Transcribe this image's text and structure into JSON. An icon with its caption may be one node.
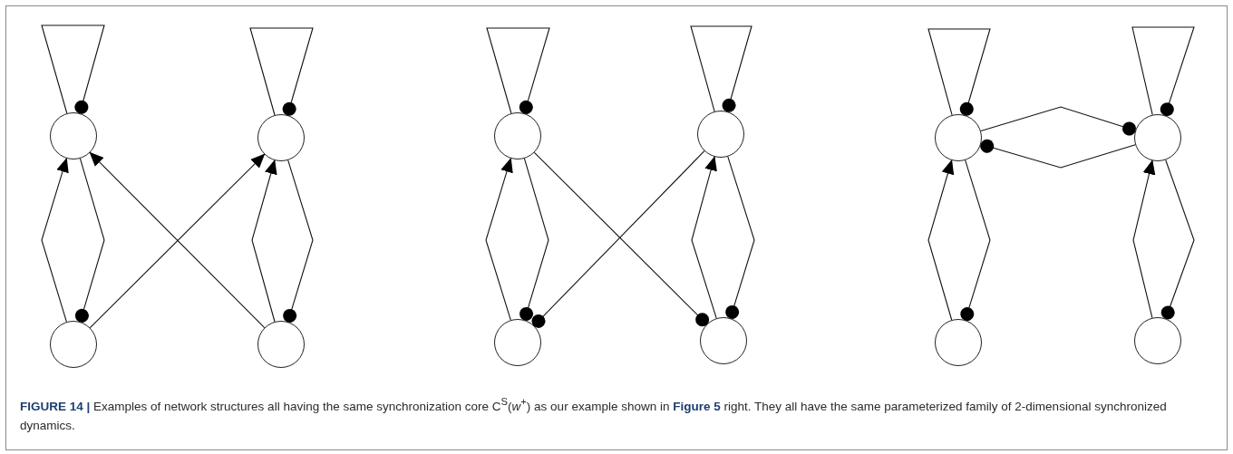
{
  "diagram": {
    "caption": "**FIGURE 14 |** Examples of network structures all having the same synchronization core C$^{S}$(*w*$^{+}$) as our example shown in **Figure 5** right. They all have the same parameterized family of 2-dimensional synchronized dynamics.",
    "nodes": [
      {
        "text": [],
        "shape": "circle"
      },
      {
        "text": [],
        "shape": "circle"
      },
      {
        "text": [],
        "shape": "circle"
      },
      {
        "text": [],
        "shape": "circle"
      },
      {
        "text": [],
        "shape": "circle"
      },
      {
        "text": [],
        "shape": "circle"
      },
      {
        "text": [],
        "shape": "circle"
      },
      {
        "text": [],
        "shape": "circle"
      },
      {
        "text": [],
        "shape": "circle"
      },
      {
        "text": [],
        "shape": "circle"
      },
      {
        "text": [],
        "shape": "circle"
      },
      {
        "text": [],
        "shape": "circle"
      }
    ],
    "edges": [
      {
        "from": 0,
        "to": 0,
        "arrow": "other"
      },
      {
        "from": 1,
        "to": 1,
        "arrow": "other"
      },
      {
        "from": 2,
        "to": 0,
        "arrow": "to"
      },
      {
        "from": 0,
        "to": 2,
        "arrow": "other"
      },
      {
        "from": 3,
        "to": 1,
        "arrow": "to"
      },
      {
        "from": 1,
        "to": 3,
        "arrow": "other"
      },
      {
        "from": 2,
        "to": 1,
        "arrow": "to"
      },
      {
        "from": 3,
        "to": 0,
        "arrow": "to"
      },
      {
        "from": 4,
        "to": 4,
        "arrow": "other"
      },
      {
        "from": 5,
        "to": 5,
        "arrow": "other"
      },
      {
        "from": 6,
        "to": 4,
        "arrow": "to"
      },
      {
        "from": 4,
        "to": 6,
        "arrow": "other"
      },
      {
        "from": 7,
        "to": 5,
        "arrow": "to"
      },
      {
        "from": 5,
        "to": 7,
        "arrow": "other"
      },
      {
        "from": 4,
        "to": 7,
        "arrow": "other"
      },
      {
        "from": 5,
        "to": 6,
        "arrow": "other"
      },
      {
        "from": 8,
        "to": 8,
        "arrow": "other"
      },
      {
        "from": 9,
        "to": 9,
        "arrow": "other"
      },
      {
        "from": 10,
        "to": 8,
        "arrow": "to"
      },
      {
        "from": 8,
        "to": 10,
        "arrow": "other"
      },
      {
        "from": 11,
        "to": 9,
        "arrow": "to"
      },
      {
        "from": 9,
        "to": 11,
        "arrow": "other"
      },
      {
        "from": 8,
        "to": 9,
        "arrow": "other"
      },
      {
        "from": 9,
        "to": 8,
        "arrow": "other"
      }
    ]
  }
}
